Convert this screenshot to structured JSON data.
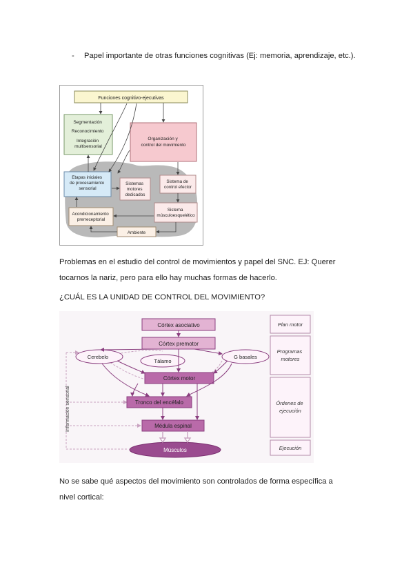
{
  "bullet": {
    "dash": "-",
    "text": "Papel importante de otras funciones cognitivas (Ej: memoria, aprendizaje, etc.)."
  },
  "figure1": {
    "top_box": "Funciones cognitivo-ejecutivas",
    "seg_lines": [
      "Segmentación",
      "Reconocimiento",
      "Integración",
      "multisensorial"
    ],
    "org_lines": [
      "Organización y",
      "control del movimiento"
    ],
    "etapas_lines": [
      "Etapas iniciales",
      "de procesamiento",
      "sensorial"
    ],
    "sistemas_lines": [
      "Sistemas",
      "motores",
      "dedicados"
    ],
    "efector_lines": [
      "Sistema de",
      "control efector"
    ],
    "acond_lines": [
      "Acondicionamiento",
      "prerreceptorial"
    ],
    "musculo_lines": [
      "Sistema",
      "músculoesquelético"
    ],
    "ambiente": "Ambiente"
  },
  "paragraph1": {
    "line1": "Problemas en el estudio del control de movimientos y papel del SNC. EJ: Querer",
    "line2": "tocarnos la nariz, pero para ello hay muchas formas de hacerlo."
  },
  "heading": "¿CUÁL ES LA UNIDAD DE CONTROL DEL MOVIMIENTO?",
  "figure2": {
    "cortex_asociativo": "Córtex asociativo",
    "cortex_premotor": "Córtex premotor",
    "cerebelo": "Cerebelo",
    "talamo": "Tálamo",
    "g_basales": "G basales",
    "cortex_motor": "Córtex motor",
    "tronco": "Tronco del encéfalo",
    "medula": "Médula espinal",
    "musculos": "Músculos",
    "info_sensorial": "Información sensorial",
    "plan_motor": "Plan motor",
    "programas_lines": [
      "Programas",
      "motores"
    ],
    "ordenes_lines": [
      "Órdenes de",
      "ejecución"
    ],
    "ejecucion": "Ejecución",
    "colors": {
      "pink": "#e3b3d3",
      "purple": "#b96aa9",
      "dark_purple": "#9a4b8f",
      "border": "#8a3e7f",
      "dash": "#c9a3c1"
    }
  },
  "paragraph2": {
    "line1": "No se sabe qué aspectos del movimiento son controlados de forma específica a",
    "line2": "nivel cortical:"
  }
}
